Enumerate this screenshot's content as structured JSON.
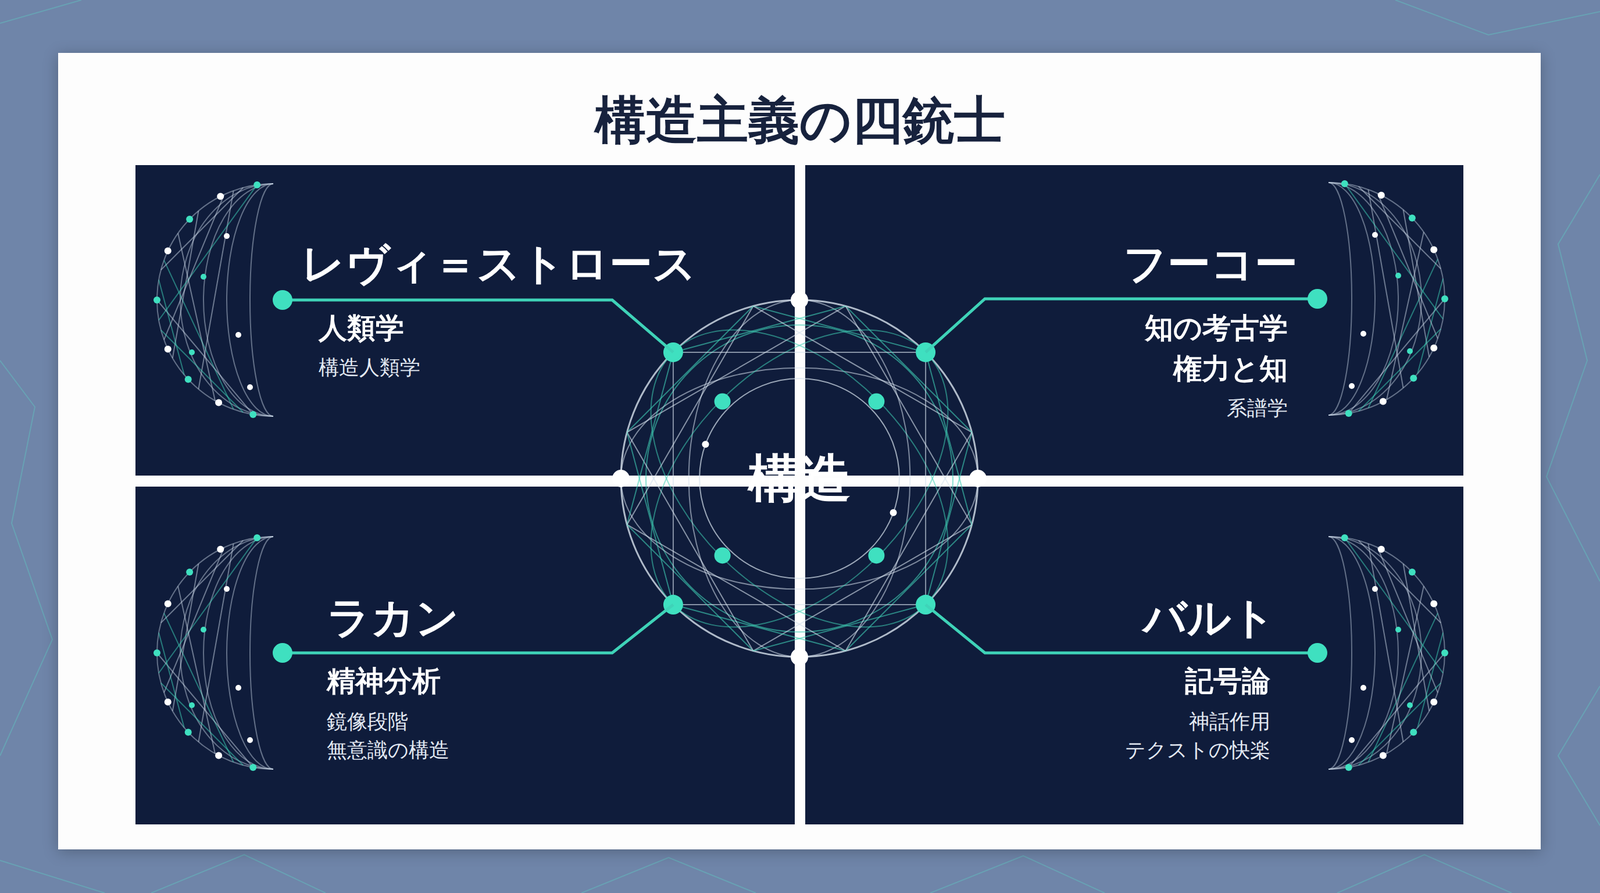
{
  "diagram": {
    "title": "構造主義の四銃士",
    "nodes": [
      {
        "text": [
          "レヴィ＝ストロース",
          "人類学",
          "構造人類学"
        ]
      },
      {
        "text": [
          "フーコー",
          "知の考古学",
          "権力と知",
          "系譜学"
        ]
      },
      {
        "text": [
          "構造"
        ]
      },
      {
        "text": [
          "ラカン",
          "精神分析",
          "鏡像段階",
          "無意識の構造"
        ]
      },
      {
        "text": [
          "バルト",
          "記号論",
          "神話作用",
          "テクストの快楽"
        ]
      }
    ],
    "edges": [
      {
        "from": 0,
        "to": 2,
        "arrow": "none"
      },
      {
        "from": 1,
        "to": 2,
        "arrow": "none"
      },
      {
        "from": 3,
        "to": 2,
        "arrow": "none"
      },
      {
        "from": 4,
        "to": 2,
        "arrow": "none"
      }
    ]
  }
}
